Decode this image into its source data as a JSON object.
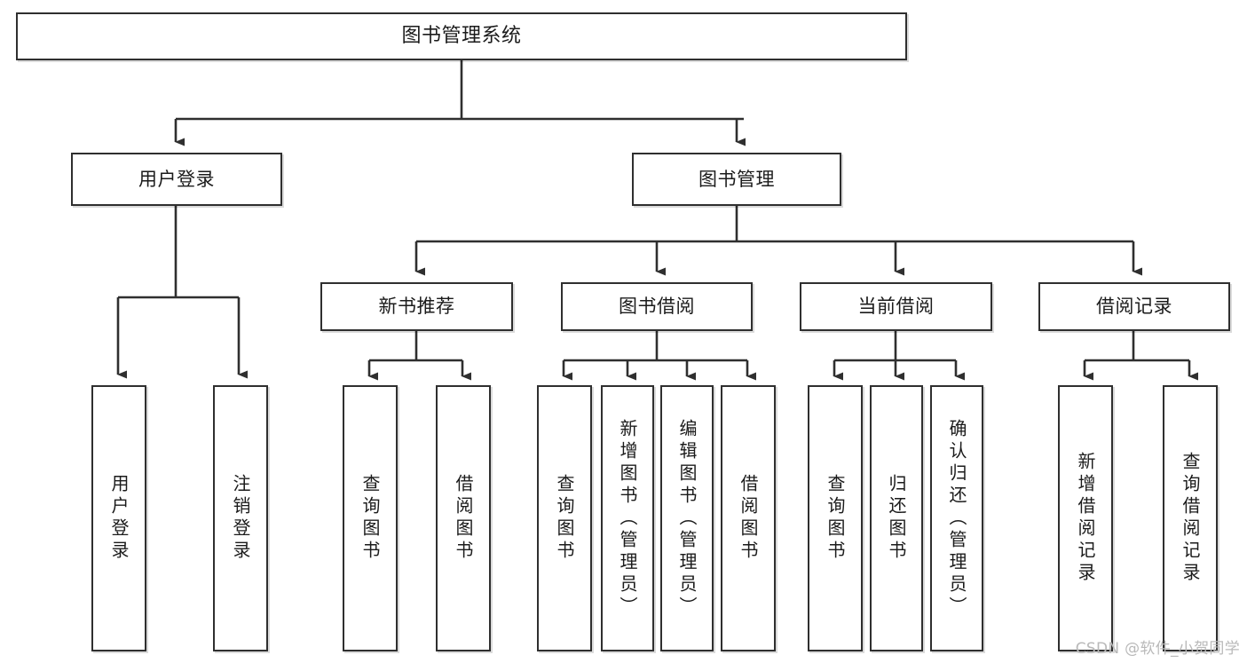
{
  "diagram": {
    "title": "图书管理系统",
    "type": "tree-hierarchy-chart",
    "watermark": "CSDN @软件_小贺同学",
    "colors": {
      "box_border": "#2f2f2f",
      "box_fill": "#ffffff",
      "edge": "#2f2f2f",
      "text": "#1b1b1b",
      "watermark": "#b9b9b9",
      "background": "#ffffff"
    },
    "root": {
      "label": "图书管理系统"
    },
    "level2": [
      {
        "label": "用户登录"
      },
      {
        "label": "图书管理"
      }
    ],
    "level3": [
      {
        "label": "新书推荐"
      },
      {
        "label": "图书借阅"
      },
      {
        "label": "当前借阅"
      },
      {
        "label": "借阅记录"
      }
    ],
    "leaves": {
      "user_login": [
        {
          "label": "用户登录"
        },
        {
          "label": "注销登录"
        }
      ],
      "new_book_recommend": [
        {
          "label": "查询图书"
        },
        {
          "label": "借阅图书"
        }
      ],
      "book_borrow": [
        {
          "label": "查询图书"
        },
        {
          "label": "新增图书（管理员）"
        },
        {
          "label": "编辑图书（管理员）"
        },
        {
          "label": "借阅图书"
        }
      ],
      "current_borrow": [
        {
          "label": "查询图书"
        },
        {
          "label": "归还图书"
        },
        {
          "label": "确认归还（管理员）"
        }
      ],
      "borrow_records": [
        {
          "label": "新增借阅记录"
        },
        {
          "label": "查询借阅记录"
        }
      ]
    }
  }
}
